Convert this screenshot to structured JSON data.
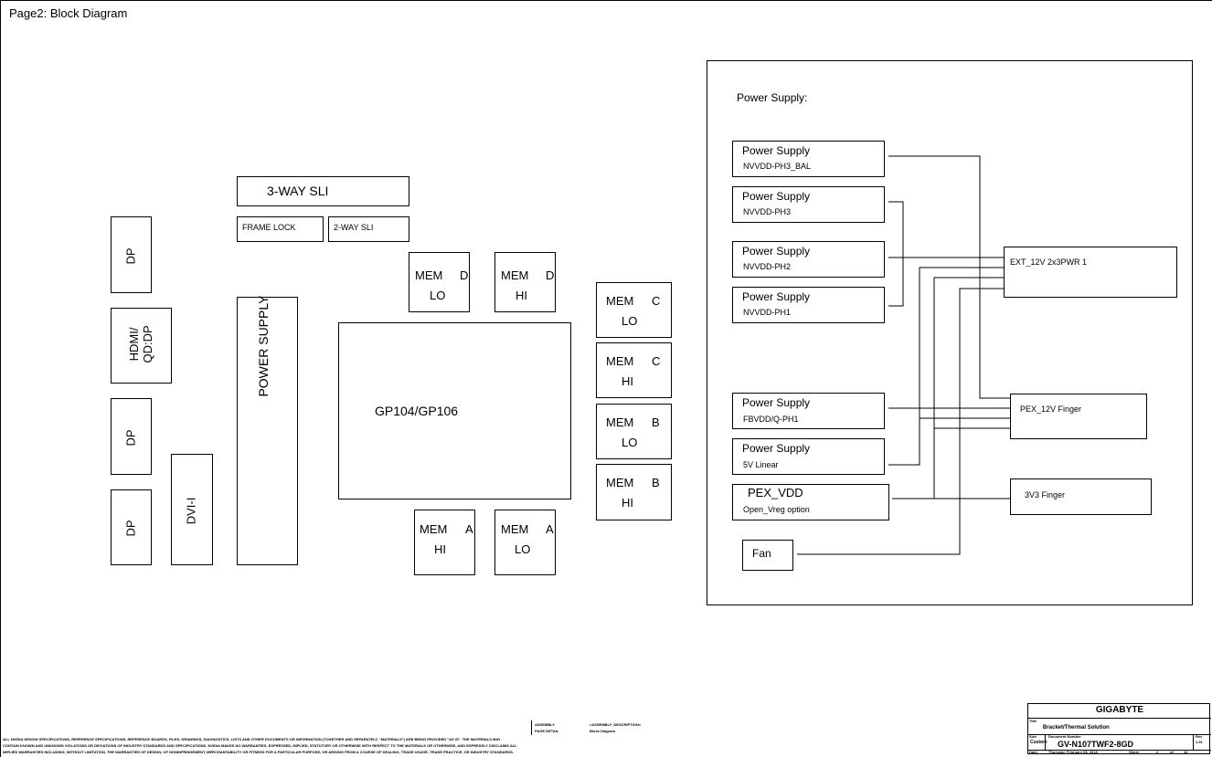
{
  "page": {
    "title": "Page2: Block Diagram"
  },
  "connectors": {
    "dp1": "DP",
    "hdmi_line1": "HDMI/",
    "hdmi_line2": "QD:DP",
    "dp2": "DP",
    "dp3": "DP",
    "dvi": "DVI-I"
  },
  "sli": {
    "three_way": "3-WAY SLI",
    "frame_lock": "FRAME LOCK",
    "two_way": "2-WAY SLI"
  },
  "power_supply_vertical": "POWER SUPPLY",
  "gpu": {
    "label": "GP104/GP106"
  },
  "memory": {
    "d_lo": {
      "mem": "MEM",
      "ch": "D",
      "pos": "LO"
    },
    "d_hi": {
      "mem": "MEM",
      "ch": "D",
      "pos": "HI"
    },
    "c_lo": {
      "mem": "MEM",
      "ch": "C",
      "pos": "LO"
    },
    "c_hi": {
      "mem": "MEM",
      "ch": "C",
      "pos": "HI"
    },
    "b_lo": {
      "mem": "MEM",
      "ch": "B",
      "pos": "LO"
    },
    "b_hi": {
      "mem": "MEM",
      "ch": "B",
      "pos": "HI"
    },
    "a_hi": {
      "mem": "MEM",
      "ch": "A",
      "pos": "HI"
    },
    "a_lo": {
      "mem": "MEM",
      "ch": "A",
      "pos": "LO"
    }
  },
  "power_panel": {
    "title": "Power Supply:",
    "supplies": [
      {
        "title": "Power Supply",
        "rail": "NVVDD-PH3_BAL"
      },
      {
        "title": "Power Supply",
        "rail": "NVVDD-PH3"
      },
      {
        "title": "Power Supply",
        "rail": "NVVDD-PH2"
      },
      {
        "title": "Power Supply",
        "rail": "NVVDD-PH1"
      },
      {
        "title": "Power Supply",
        "rail": "FBVDD/Q-PH1"
      },
      {
        "title": "Power Supply",
        "rail": "5V Linear"
      }
    ],
    "pex_vdd": {
      "title": "PEX_VDD",
      "sub": "Open_Vreg  option"
    },
    "fan": "Fan",
    "ext_12v": "EXT_12V 2x3PWR 1",
    "pex_12v": "PEX_12V Finger",
    "v3v3": "3V3 Finger"
  },
  "footer": {
    "disclaimer_1": "ALL NVIDIA DESIGN SPECIFICATIONS, REFERENCE SPECIFICATIONS, REFERENCE BOARDS, FILES, DRAWINGS, DIAGNOSTICS, LISTS AND OTHER DOCUMENTS OR INFORMATION (TOGETHER AND SEPARATELY, \"MATERIALS\") ARE BEING PROVIDED \"AS IS\". THE MATERIALS MAY",
    "disclaimer_2": "CONTAIN KNOWN AND UNKNOWN VIOLATIONS OR DEVIATIONS OF INDUSTRY STANDARDS AND SPECIFICATIONS. NVIDIA MAKES NO WARRANTIES, EXPRESSED, IMPLIED, STATUTORY OR OTHERWISE WITH RESPECT TO THE MATERIALS OR OTHERWISE, AND EXPRESSLY DISCLAIMS ALL",
    "disclaimer_3": "IMPLIED WARRANTIES INCLUDING, WITHOUT LIMITATION, THE WARRANTIES OF DESIGN, OF NONINFRINGEMENT, MERCHANTABILITY OR FITNESS FOR A PARTICULAR PURPOSE, OR ARISING FROM A COURSE OF DEALING, TRADE USAGE, TRADE PRACTICE, OR INDUSTRY STANDARDS.",
    "assembly_label": "ASSEMBLY",
    "page_detail_label": "PAGE DETAIL",
    "assembly_desc": "<ASSEMBLY_DESCRIPTION>",
    "page_desc": "Block Diagram"
  },
  "title_block": {
    "company": "GIGABYTE",
    "title_label": "Title",
    "title": "Bracket/Thermal Solution",
    "size_label": "Size",
    "size": "Custom",
    "docnum_label": "Document Number",
    "docnum": "GV-N107TWF2-8GD",
    "rev_label": "Rev",
    "rev": "1.01",
    "date_label": "Date:",
    "date": "Thursday, February 08, 2018",
    "sheet_label": "Sheet",
    "sheet": "2",
    "of_label": "of",
    "of": "42"
  }
}
